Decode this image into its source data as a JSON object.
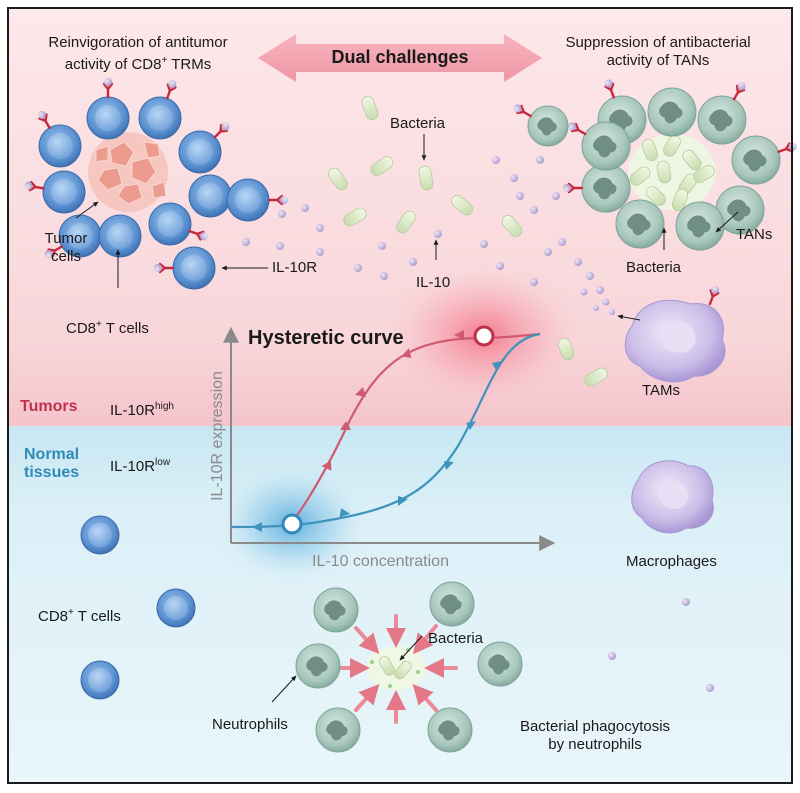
{
  "banner": {
    "left_title_line1": "Reinvigoration of antitumor",
    "left_title_line2": "activity of CD8",
    "left_title_sup": "+",
    "left_title_tail": " TRMs",
    "center": "Dual challenges",
    "right_title_line1": "Suppression of antibacterial",
    "right_title_line2": "activity of TANs"
  },
  "top_labels": {
    "tumor_cells_1": "Tumor",
    "tumor_cells_2": "cells",
    "cd8_t_cells": "CD8",
    "cd8_sup": "+",
    "cd8_tail": " T cells",
    "il10r": "IL-10R",
    "il10": "IL-10",
    "bacteria_top": "Bacteria",
    "bacteria_tan": "Bacteria",
    "tans": "TANs",
    "tams": "TAMs"
  },
  "graph": {
    "title": "Hysteretic curve",
    "y_axis": "IL-10R expression",
    "x_axis": "IL-10 concentration"
  },
  "zones": {
    "tumors": "Tumors",
    "il10r_high": "IL-10R",
    "high_sup": "high",
    "normal_1": "Normal",
    "normal_2": "tissues",
    "il10r_low": "IL-10R",
    "low_sup": "low"
  },
  "bottom_labels": {
    "cd8_t_cells": "CD8",
    "cd8_sup": "+",
    "cd8_tail": " T cells",
    "macrophages": "Macrophages",
    "bacteria": "Bacteria",
    "neutrophils": "Neutrophils",
    "phago_1": "Bacterial phagocytosis",
    "phago_2": "by neutrophils"
  },
  "colors": {
    "tumor_zone": "#f7d3d8",
    "normal_zone": "#d5edf6",
    "tumor_red": "#c0304a",
    "normal_blue": "#2f8ab5",
    "t_cell_blue": "#4f86c6",
    "neutrophil_green": "#9dbdb3"
  }
}
